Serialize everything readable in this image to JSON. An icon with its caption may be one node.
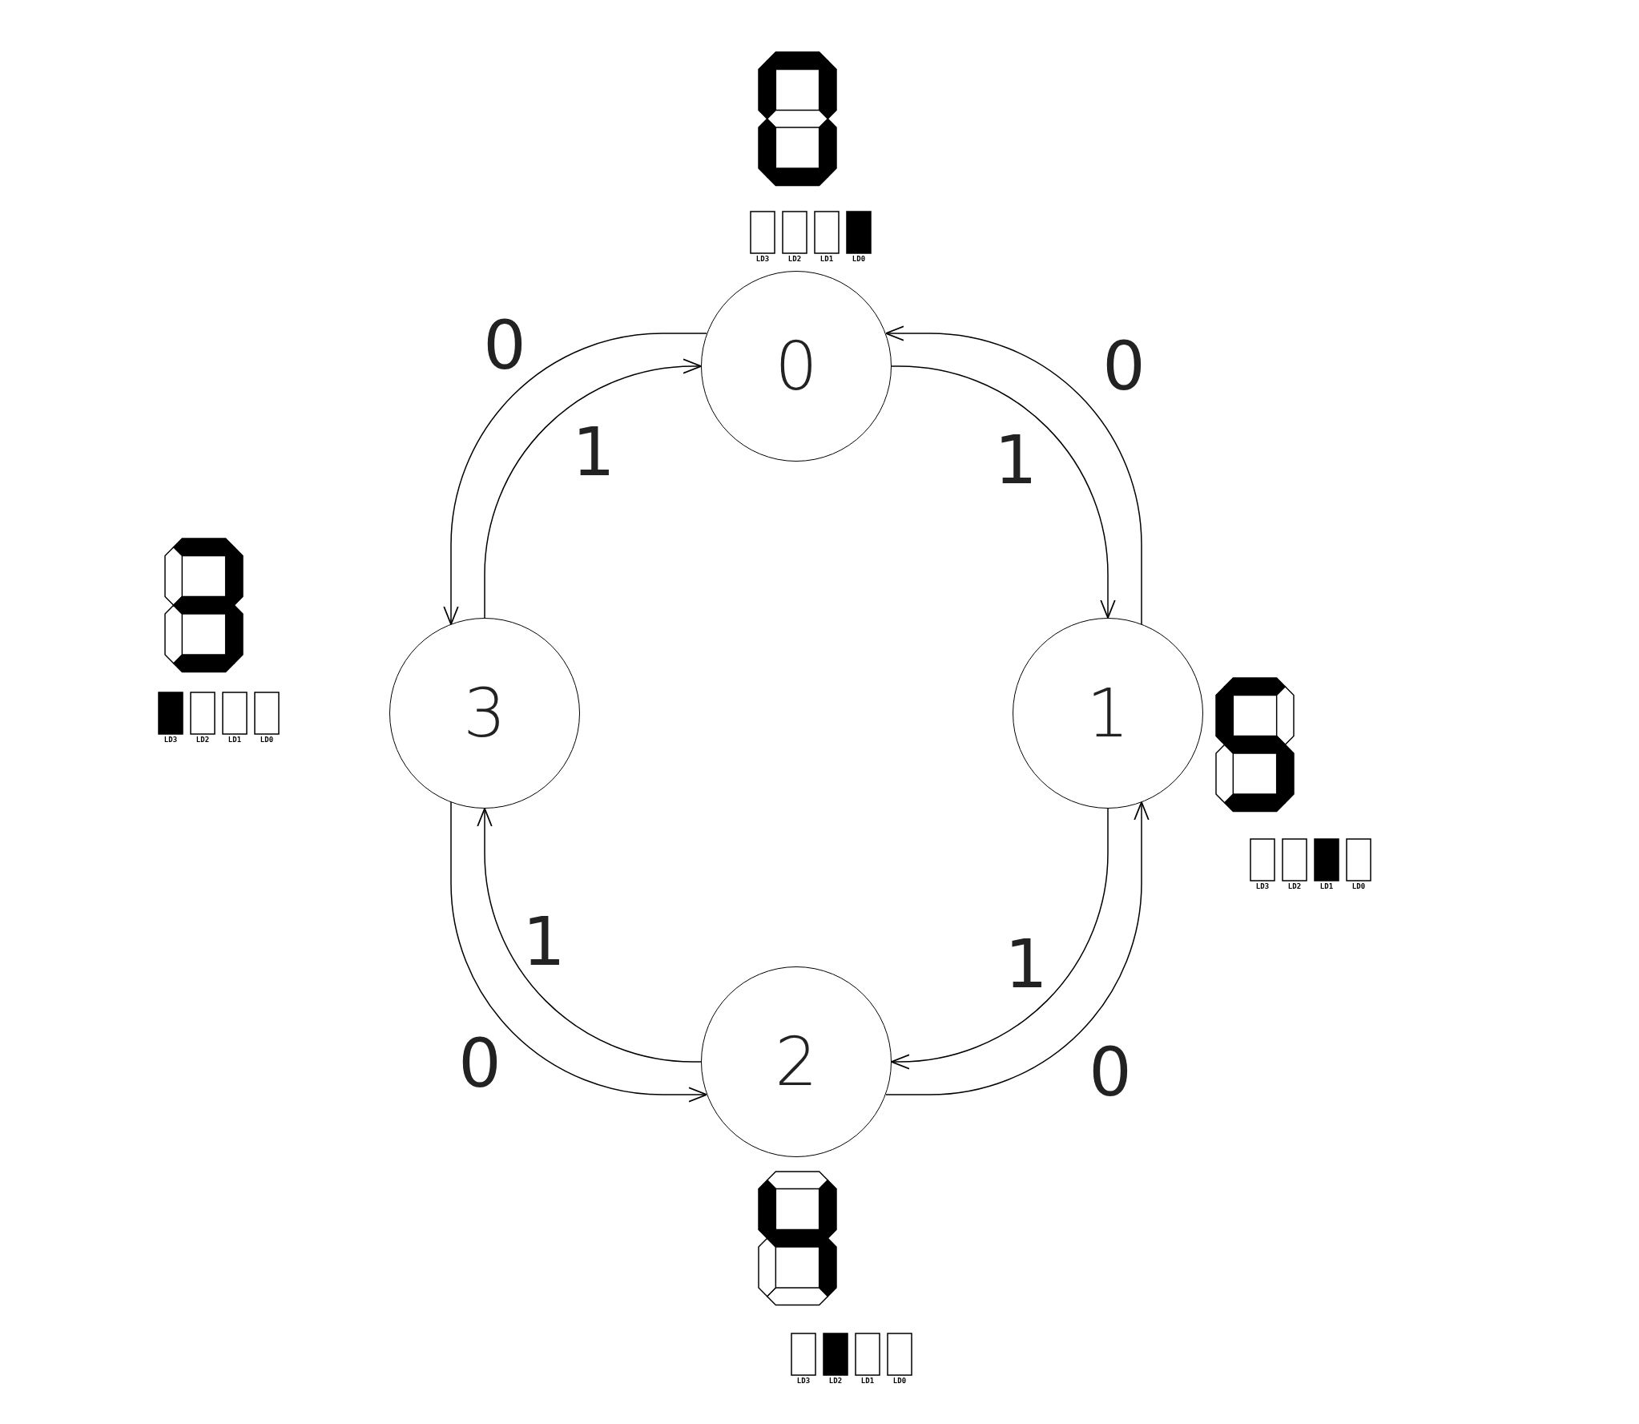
{
  "diagram": {
    "nodes": [
      {
        "text": [
          "0"
        ]
      },
      {
        "text": [
          "1"
        ]
      },
      {
        "text": [
          "2"
        ]
      },
      {
        "text": [
          "3"
        ]
      }
    ],
    "edges": [
      {
        "from": 0,
        "to": 1,
        "arrow": "to",
        "label": "1"
      },
      {
        "from": 1,
        "to": 0,
        "arrow": "to",
        "label": "0"
      },
      {
        "from": 1,
        "to": 2,
        "arrow": "to",
        "label": "1"
      },
      {
        "from": 2,
        "to": 1,
        "arrow": "to",
        "label": "0"
      },
      {
        "from": 2,
        "to": 3,
        "arrow": "to",
        "label": "1"
      },
      {
        "from": 3,
        "to": 2,
        "arrow": "to",
        "label": "0"
      },
      {
        "from": 3,
        "to": 0,
        "arrow": "to",
        "label": "1"
      },
      {
        "from": 0,
        "to": 3,
        "arrow": "to",
        "label": "0"
      }
    ],
    "labels": [
      "LD3",
      "LD2",
      "LD1",
      "LD0",
      "LD3",
      "LD2",
      "LD1",
      "LD0",
      "LD3",
      "LD2",
      "LD1",
      "LD0",
      "LD3",
      "LD2",
      "LD1",
      "LD0"
    ]
  }
}
